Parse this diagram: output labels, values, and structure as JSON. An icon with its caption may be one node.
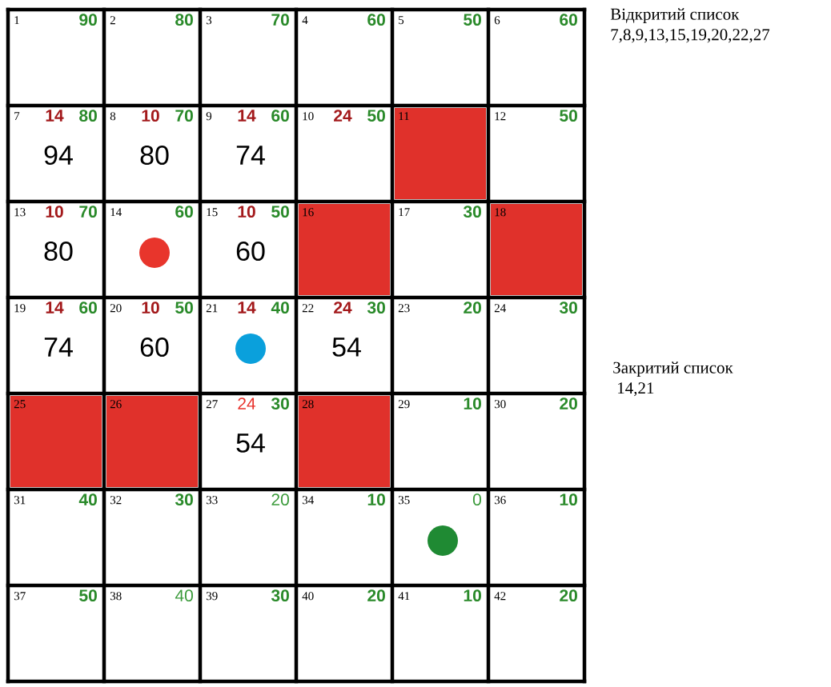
{
  "diagram": {
    "nodes": [
      {
        "text": [
          "1",
          "90"
        ]
      },
      {
        "text": [
          "2",
          "80"
        ]
      },
      {
        "text": [
          "3",
          "70"
        ]
      },
      {
        "text": [
          "4",
          "60"
        ]
      },
      {
        "text": [
          "5",
          "50"
        ]
      },
      {
        "text": [
          "6",
          "60"
        ]
      },
      {
        "text": [
          "7",
          "14",
          "80",
          "94"
        ]
      },
      {
        "text": [
          "8",
          "10",
          "70",
          "80"
        ]
      },
      {
        "text": [
          "9",
          "14",
          "60",
          "74"
        ]
      },
      {
        "text": [
          "10",
          "24",
          "50"
        ]
      },
      {
        "text": [
          "11"
        ]
      },
      {
        "text": [
          "12",
          "50"
        ]
      },
      {
        "text": [
          "13",
          "10",
          "70",
          "80"
        ]
      },
      {
        "text": [
          "14",
          "60"
        ]
      },
      {
        "text": [
          "15",
          "10",
          "50",
          "60"
        ]
      },
      {
        "text": [
          "16"
        ]
      },
      {
        "text": [
          "17",
          "30"
        ]
      },
      {
        "text": [
          "18"
        ]
      },
      {
        "text": [
          "19",
          "14",
          "60",
          "74"
        ]
      },
      {
        "text": [
          "20",
          "10",
          "50",
          "60"
        ]
      },
      {
        "text": [
          "21",
          "14",
          "40"
        ]
      },
      {
        "text": [
          "22",
          "24",
          "30",
          "54"
        ]
      },
      {
        "text": [
          "23",
          "20"
        ]
      },
      {
        "text": [
          "24",
          "30"
        ]
      },
      {
        "text": [
          "25"
        ]
      },
      {
        "text": [
          "26"
        ]
      },
      {
        "text": [
          "27",
          "24",
          "30",
          "54"
        ]
      },
      {
        "text": [
          "28"
        ]
      },
      {
        "text": [
          "29",
          "10"
        ]
      },
      {
        "text": [
          "30",
          "20"
        ]
      },
      {
        "text": [
          "31",
          "40"
        ]
      },
      {
        "text": [
          "32",
          "30"
        ]
      },
      {
        "text": [
          "33",
          "20"
        ]
      },
      {
        "text": [
          "34",
          "10"
        ]
      },
      {
        "text": [
          "35",
          "0"
        ]
      },
      {
        "text": [
          "36",
          "10"
        ]
      },
      {
        "text": [
          "37",
          "50"
        ]
      },
      {
        "text": [
          "38",
          "40"
        ]
      },
      {
        "text": [
          "39",
          "30"
        ]
      },
      {
        "text": [
          "40",
          "20"
        ]
      },
      {
        "text": [
          "41",
          "10"
        ]
      },
      {
        "text": [
          "42",
          "20"
        ]
      },
      {
        "text": [],
        "shape": "circle",
        "in": 13
      },
      {
        "text": [],
        "shape": "circle",
        "in": 20
      },
      {
        "text": [],
        "shape": "circle",
        "in": 34
      }
    ],
    "labels": [
      "Відкритий список",
      "7,8,9,13,15,19,20,22,27",
      "Закритий список",
      "14,21"
    ]
  }
}
